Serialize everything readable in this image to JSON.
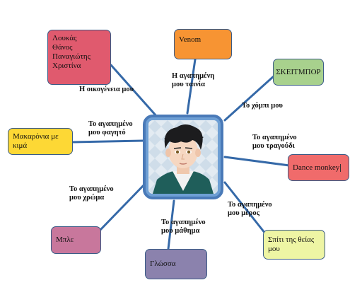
{
  "center": {
    "avatar": "boy-avatar-icon"
  },
  "nodes": {
    "family": {
      "names": [
        "Λουκάς",
        "Θάνος",
        "Παναγιώτης",
        "Χριστίνα"
      ],
      "label": "Η οικογένεια μου",
      "color": "#e05a6e"
    },
    "movie": {
      "value": "Venom",
      "label_line1": "Η αγαπημένη",
      "label_line2": "μου ταινία",
      "color": "#f79433"
    },
    "hobby": {
      "value": "ΣΚΕΙΤΜΠΟΡ",
      "label": "Το χόμπι μου",
      "color": "#a8d18d"
    },
    "song": {
      "value": "Dance monkey",
      "label_line1": "Το αγαπημένο",
      "label_line2": "μου τραγούδι",
      "color": "#f06b6b"
    },
    "place": {
      "value": "Σπίτι της θείας μου",
      "label_line1": "Το αγαπημένο",
      "label_line2": "μου μέρος",
      "color": "#eef5a4"
    },
    "subject": {
      "value": "Γλώσσα",
      "label_line1": "Το αγαπημένο",
      "label_line2": "μου μάθημα",
      "color": "#8b82ad"
    },
    "color": {
      "value": "Μπλε",
      "label_line1": "Το αγαπημένο",
      "label_line2": "μου χρώμα",
      "color": "#c8779c"
    },
    "food": {
      "value": "Μακαρόνια με κιμά",
      "label_line1": "Το αγαπημένο",
      "label_line2": "μου φαγητό",
      "color": "#fdd835"
    }
  },
  "line_color": "#3569a8"
}
